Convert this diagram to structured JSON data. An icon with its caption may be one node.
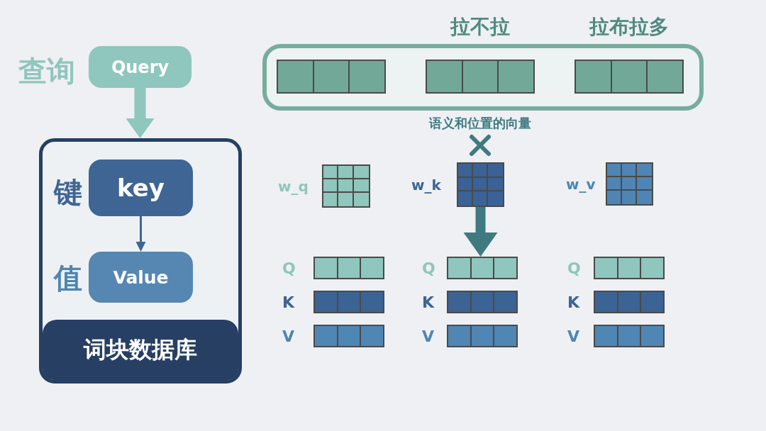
{
  "diagram": {
    "nodes": [
      {
        "text": [
          "Query"
        ],
        "beside": [
          "查询"
        ]
      },
      {
        "text": [
          "词块数据库"
        ]
      },
      {
        "text": [
          "key"
        ],
        "in": 1,
        "beside": [
          "键"
        ]
      },
      {
        "text": [
          "Value"
        ],
        "in": 1,
        "beside": [
          "值"
        ]
      },
      {
        "text": [],
        "shape": "box",
        "beside": [
          "语义和位置的向量"
        ]
      },
      {
        "text": [],
        "shape": "bar",
        "in": 4
      },
      {
        "text": [],
        "shape": "bar",
        "in": 4
      },
      {
        "text": [],
        "shape": "bar",
        "in": 4
      },
      {
        "text": [
          "w_q"
        ]
      },
      {
        "text": [
          "w_k"
        ]
      },
      {
        "text": [
          "w_v"
        ]
      },
      {
        "text": [
          "Q"
        ]
      },
      {
        "text": [
          "K"
        ]
      },
      {
        "text": [
          "V"
        ]
      },
      {
        "text": [
          "Q"
        ]
      },
      {
        "text": [
          "K"
        ]
      },
      {
        "text": [
          "V"
        ]
      },
      {
        "text": [
          "Q"
        ]
      },
      {
        "text": [
          "K"
        ]
      },
      {
        "text": [
          "V"
        ]
      }
    ],
    "edges": [
      {
        "from": 0,
        "to": 1,
        "arrow": "to",
        "color": "#8fc6bd"
      },
      {
        "from": 2,
        "to": 3,
        "arrow": "to",
        "color": "#3f6594"
      },
      {
        "from": 9,
        "to": 14,
        "arrow": "to",
        "color": "#3f7a80"
      }
    ],
    "labels": [
      "拉不拉",
      "拉布拉多"
    ]
  }
}
